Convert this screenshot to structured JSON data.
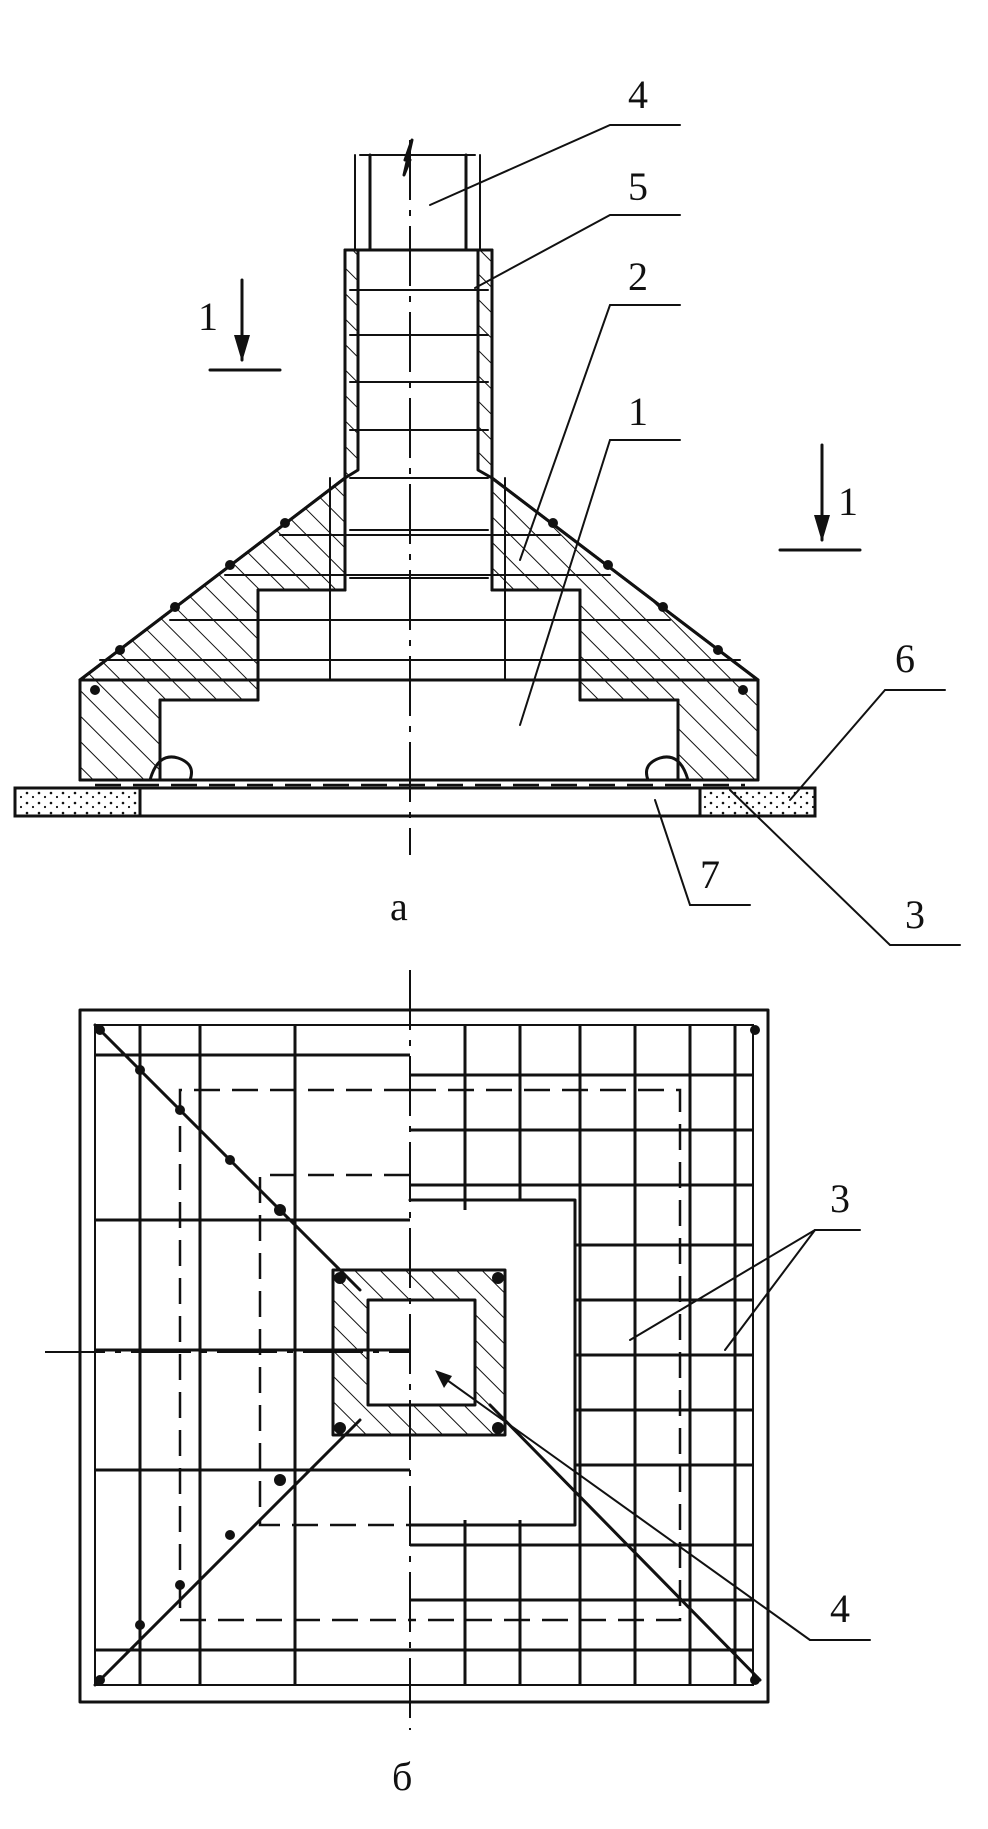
{
  "labels": {
    "view_a": "а",
    "view_b": "б",
    "section_left": "1",
    "section_right": "1",
    "callouts": [
      "4",
      "5",
      "2",
      "1",
      "6",
      "7",
      "3",
      "3",
      "4"
    ]
  },
  "colors": {
    "ink": "#111111",
    "paper": "#ffffff"
  }
}
